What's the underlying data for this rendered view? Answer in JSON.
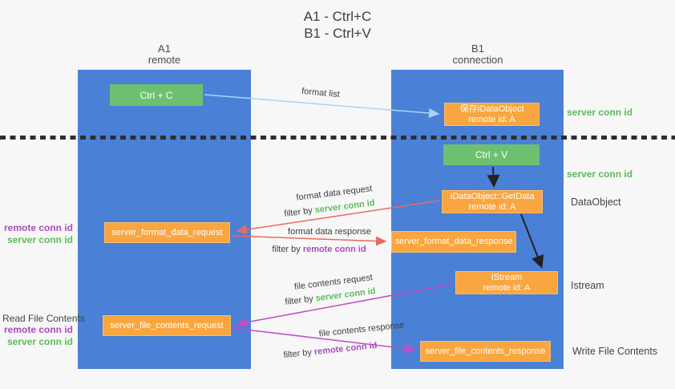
{
  "title": {
    "line1": "A1 - Ctrl+C",
    "line2": "B1 - Ctrl+V"
  },
  "lifelines": {
    "a1": {
      "name": "A1",
      "subtitle": "remote"
    },
    "b1": {
      "name": "B1",
      "subtitle": "connection"
    }
  },
  "boxes": {
    "ctrl_c": {
      "label": "Ctrl + C"
    },
    "save_idataobject": {
      "line1": "保存IDataObject",
      "line2": "remote id: A"
    },
    "ctrl_v": {
      "label": "Ctrl + V"
    },
    "getdata": {
      "line1": "IDataObject::GetData",
      "line2": "remote id: A"
    },
    "format_request": {
      "label": "server_format_data_request"
    },
    "format_response": {
      "label": "server_format_data_response"
    },
    "istream": {
      "line1": "IStream",
      "line2": "remote id: A"
    },
    "file_request": {
      "label": "server_file_contents_request"
    },
    "file_response": {
      "label": "server_file_contents_response"
    }
  },
  "arrow_labels": {
    "format_list": "format list",
    "format_data_request": "format data request",
    "format_data_response": "format data response",
    "file_contents_request": "file contents request",
    "file_contents_response": "file contents response",
    "filter_by": "filter by",
    "server_conn_id": "server conn id",
    "remote_conn_id": "remote conn id"
  },
  "side_labels": {
    "server_conn_id_top": "server conn id",
    "server_conn_id_mid": "server conn id",
    "dataobject": "DataObject",
    "istream": "Istream",
    "read_file_contents": "Read File Contents",
    "write_file_contents": "Write File Contents",
    "remote_conn_id": "remote conn id",
    "server_conn_id": "server conn id"
  },
  "colors": {
    "lifeline_blue": "#4a80d6",
    "box_green": "#6ec071",
    "box_orange": "#f9a640",
    "text_green": "#5cba5c",
    "text_purple": "#aa4cc0",
    "arrow_red": "#e96a5e",
    "arrow_magenta": "#c14ec4",
    "arrow_lightblue": "#a9d5f2",
    "arrow_black": "#222222"
  }
}
